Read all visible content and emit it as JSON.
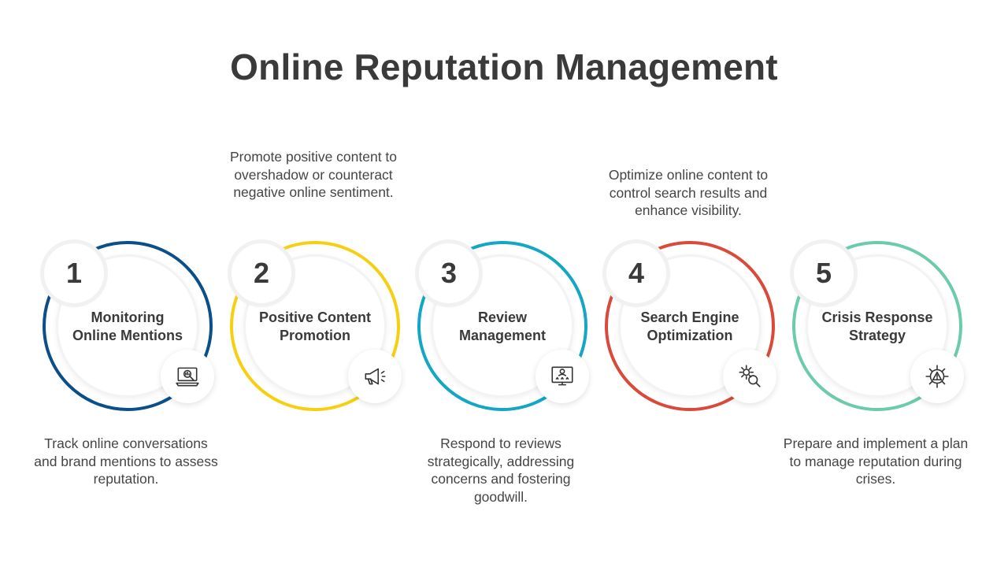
{
  "title": "Online Reputation Management",
  "steps": [
    {
      "number": "1",
      "label_line1": "Monitoring",
      "label_line2": "Online Mentions",
      "description": "Track online conversations and brand mentions to assess reputation.",
      "description_position": "bottom",
      "color": "#0a4f8a",
      "icon": "monitor-analytics-icon"
    },
    {
      "number": "2",
      "label_line1": "Positive Content",
      "label_line2": "Promotion",
      "description": "Promote positive content to overshadow or counteract negative online sentiment.",
      "description_position": "top",
      "color": "#f6cf12",
      "icon": "megaphone-icon"
    },
    {
      "number": "3",
      "label_line1": "Review",
      "label_line2": "Management",
      "description": "Respond to reviews strategically, addressing concerns and fostering goodwill.",
      "description_position": "bottom",
      "color": "#13a7c5",
      "icon": "review-rating-icon"
    },
    {
      "number": "4",
      "label_line1": "Search Engine",
      "label_line2": "Optimization",
      "description": "Optimize online content to control search results and enhance visibility.",
      "description_position": "top",
      "color": "#d94a3b",
      "icon": "gear-search-icon"
    },
    {
      "number": "5",
      "label_line1": "Crisis Response",
      "label_line2": "Strategy",
      "description": "Prepare and implement a plan to manage reputation during crises.",
      "description_position": "bottom",
      "color": "#6ccba9",
      "icon": "gear-warning-icon"
    }
  ]
}
